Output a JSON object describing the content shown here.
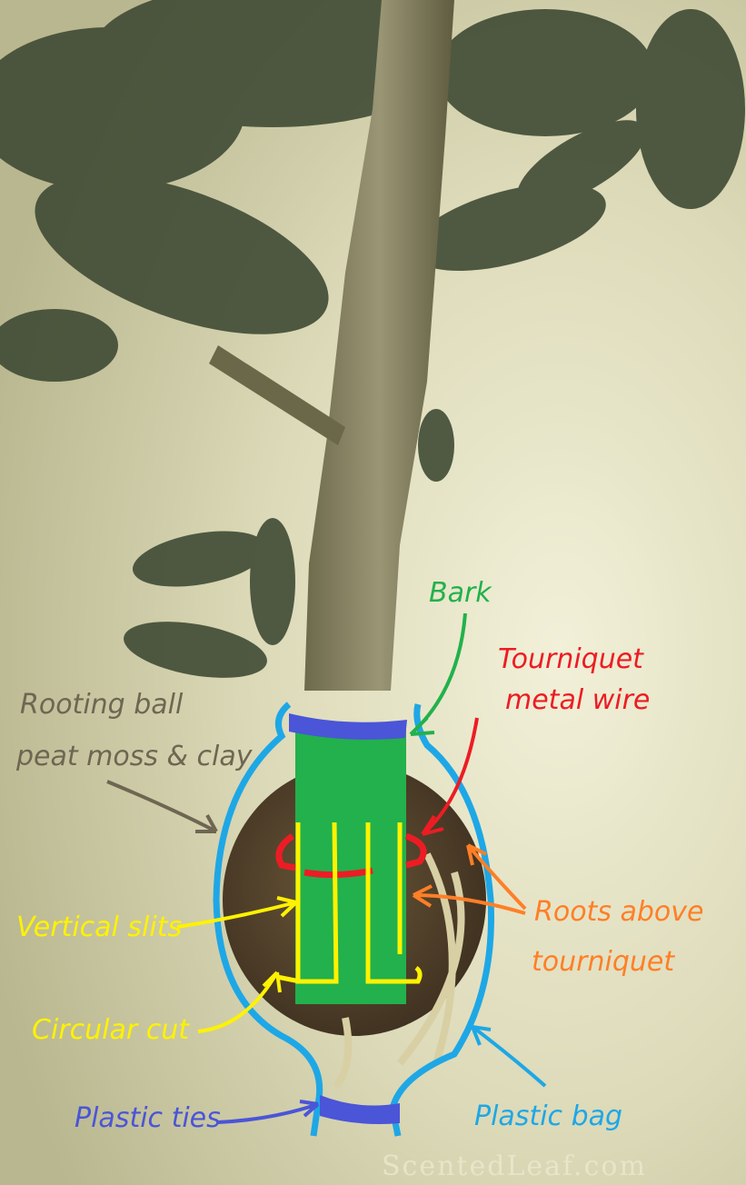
{
  "labels": {
    "bark": "Bark",
    "tourniquet_line1": "Tourniquet",
    "tourniquet_line2": "metal wire",
    "rooting_line1": "Rooting ball",
    "rooting_line2": "peat moss & clay",
    "vertical_slits": "Vertical slits",
    "roots_line1": "Roots above",
    "roots_line2": "tourniquet",
    "circular_cut": "Circular cut",
    "plastic_ties": "Plastic ties",
    "plastic_bag": "Plastic bag"
  },
  "watermark": "ScentedLeaf.com",
  "colors": {
    "bark": "#22b14c",
    "tourniquet": "#ed1c24",
    "rooting_ball": "#6e6652",
    "slits_cut": "#fff200",
    "roots": "#ff7f27",
    "plastic_ties": "#4a55d8",
    "plastic_bag": "#1ea7e6"
  }
}
